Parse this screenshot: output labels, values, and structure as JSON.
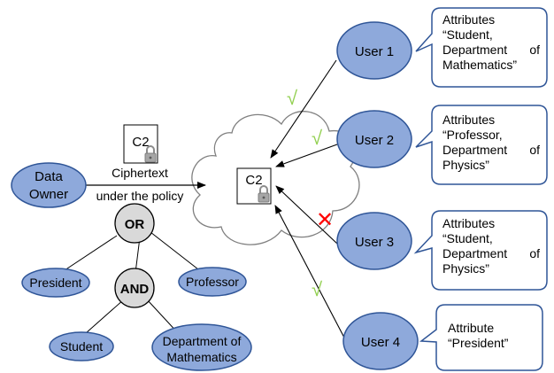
{
  "colors": {
    "node_fill": "#8EA9DB",
    "node_fill_light": "#B4C7E7",
    "node_stroke": "#2F5597",
    "gate_fill": "#D9D9D9",
    "check": "#92D050",
    "cross": "#FF0000",
    "callout_stroke": "#2F5597"
  },
  "data_owner": {
    "label_line1": "Data",
    "label_line2": "Owner"
  },
  "ciphertext_doc": {
    "label": "C2",
    "icon": "lock-icon"
  },
  "ciphertext_caption": {
    "line1": "Ciphertext",
    "line2": "under the policy"
  },
  "cloud": {
    "doc_label": "C2",
    "icon": "lock-icon"
  },
  "policy_tree": {
    "or_gate": "OR",
    "and_gate": "AND",
    "president": "President",
    "professor": "Professor",
    "student": "Student",
    "dept_math_line1": "Department of",
    "dept_math_line2": "Mathematics"
  },
  "users": [
    {
      "label": "User 1",
      "access": "check",
      "mark": "√"
    },
    {
      "label": "User 2",
      "access": "check",
      "mark": "√"
    },
    {
      "label": "User 3",
      "access": "cross",
      "mark": "✕"
    },
    {
      "label": "User 4",
      "access": "check",
      "mark": "√"
    }
  ],
  "callouts": [
    {
      "line1": "Attributes",
      "line2": "“Student,",
      "line3a": "Department",
      "line3b": "of",
      "line4": "Mathematics”"
    },
    {
      "line1": "Attributes",
      "line2": "“Professor,",
      "line3a": "Department",
      "line3b": "of",
      "line4": "Physics”"
    },
    {
      "line1": "Attributes",
      "line2": "“Student,",
      "line3a": "Department",
      "line3b": "of",
      "line4": "Physics”"
    },
    {
      "line1": "Attribute",
      "line2": "“President”"
    }
  ]
}
